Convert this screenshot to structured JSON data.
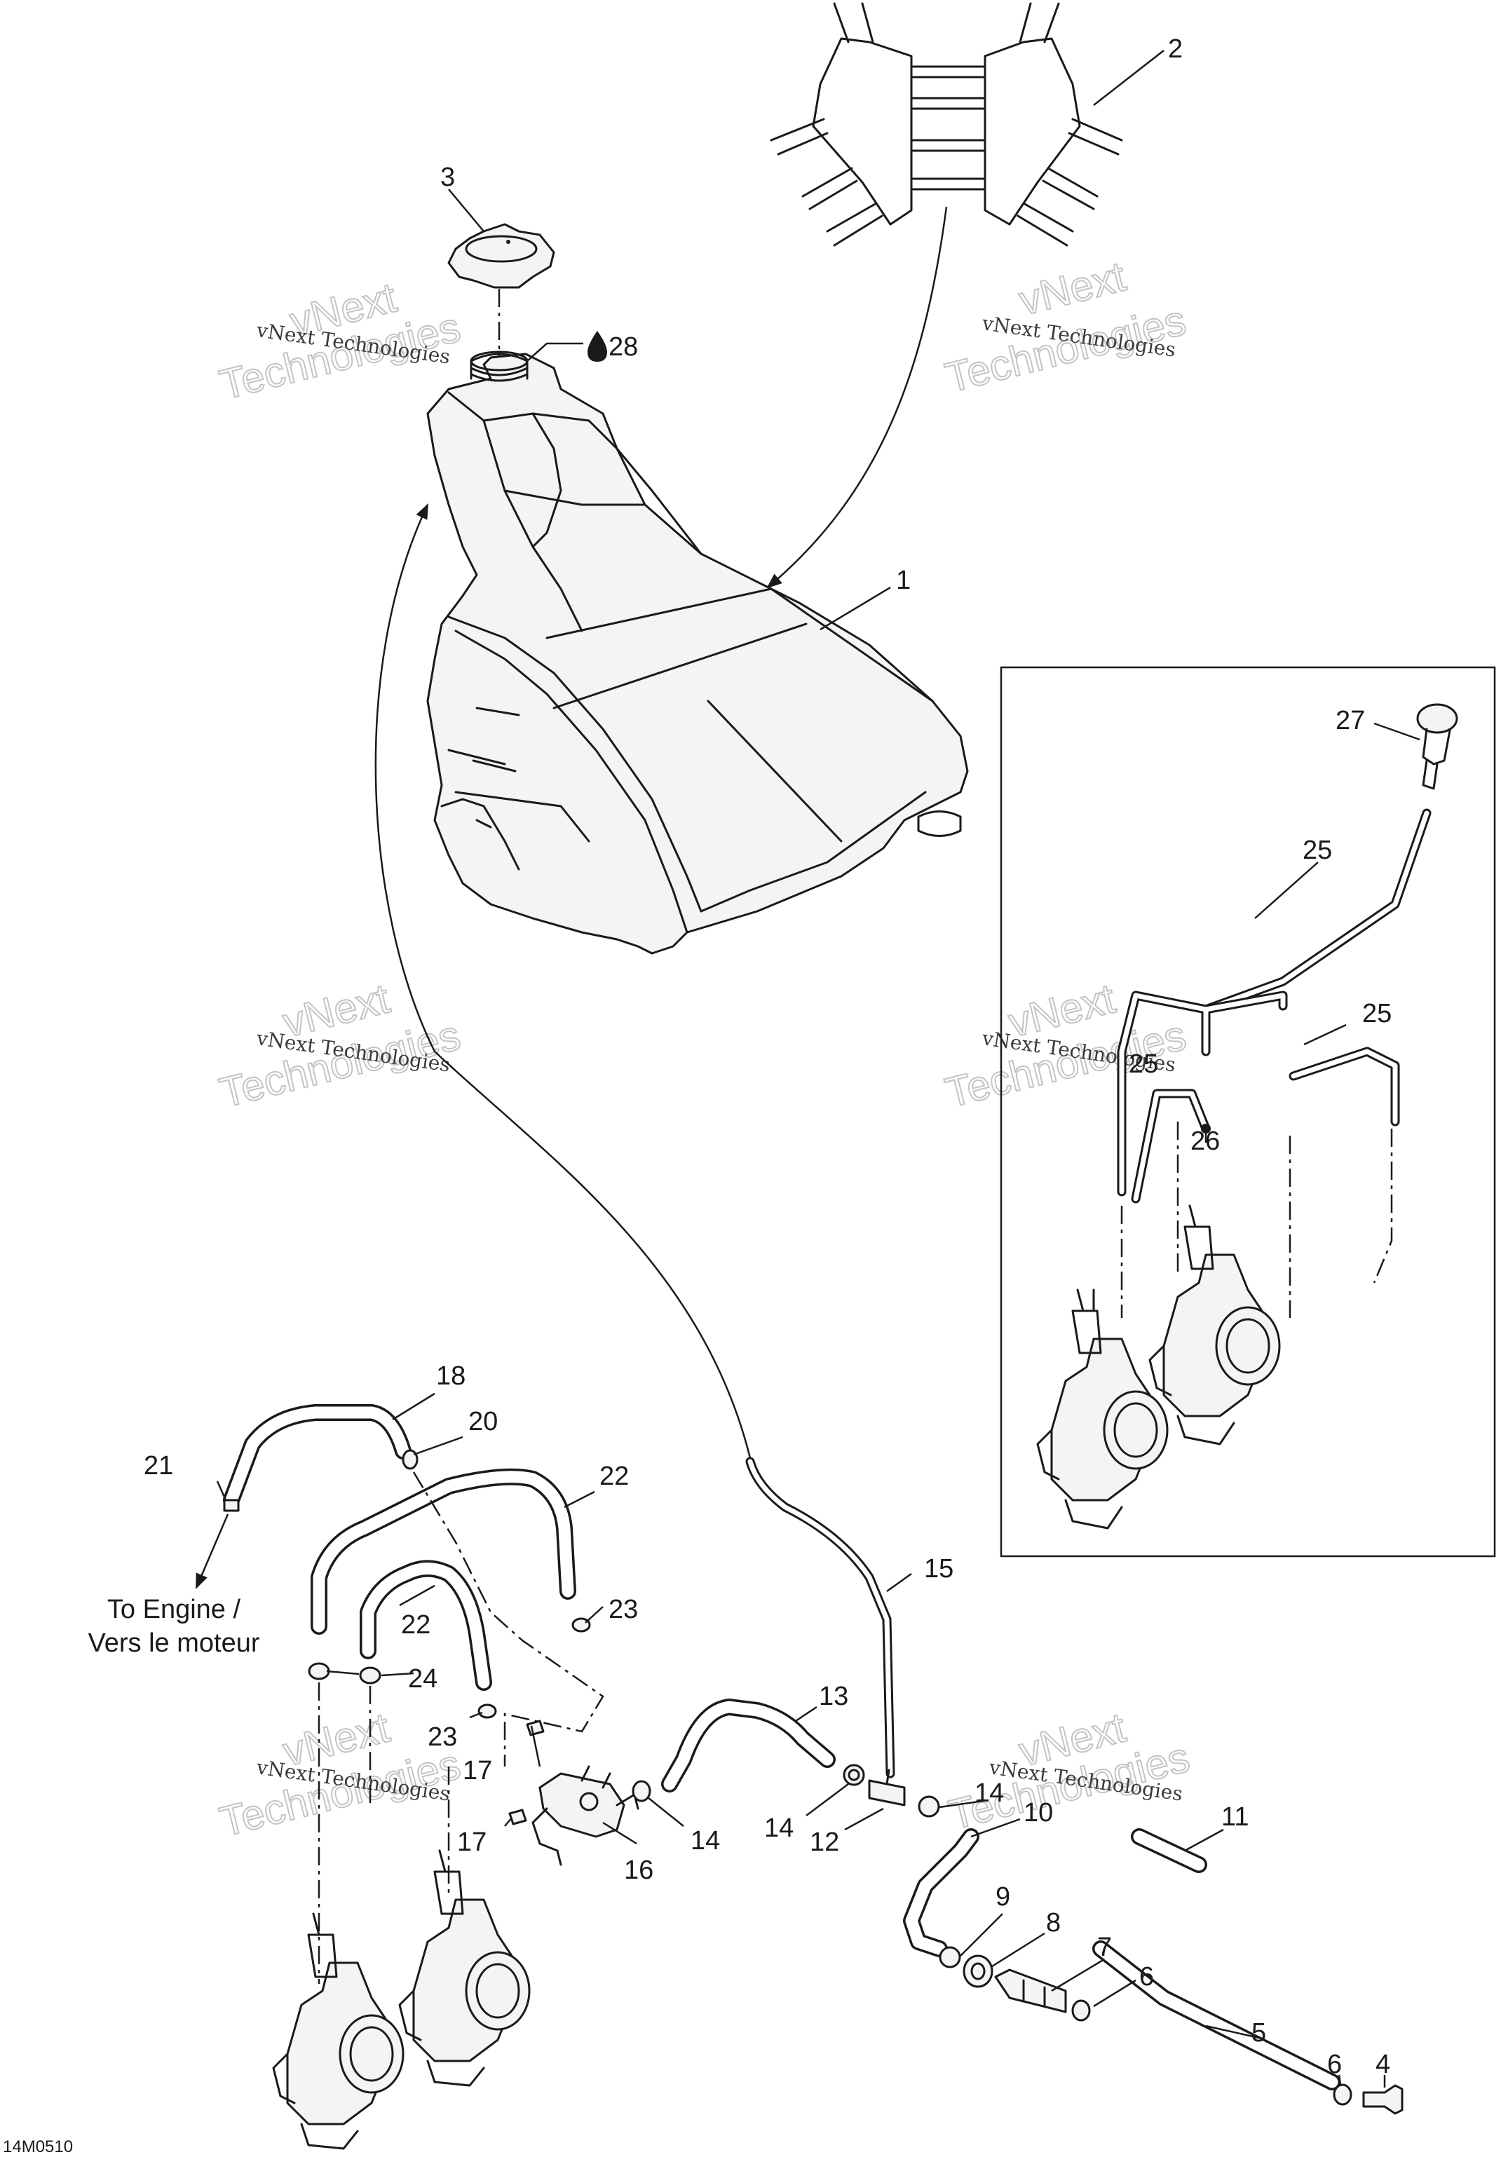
{
  "figure_id": "14M0510",
  "watermark": {
    "line1": "vNext Technologies",
    "line2a": "vNext",
    "line2b": "Technologies"
  },
  "callouts": {
    "c1": "1",
    "c2": "2",
    "c3": "3",
    "c4": "4",
    "c5": "5",
    "c6a": "6",
    "c6b": "6",
    "c7": "7",
    "c8": "8",
    "c9": "9",
    "c10": "10",
    "c11": "11",
    "c12": "12",
    "c13": "13",
    "c14a": "14",
    "c14b": "14",
    "c14c": "14",
    "c15": "15",
    "c16": "16",
    "c17a": "17",
    "c17b": "17",
    "c18": "18",
    "c20": "20",
    "c21": "21",
    "c22a": "22",
    "c22b": "22",
    "c23a": "23",
    "c23b": "23",
    "c24": "24",
    "c25a": "25",
    "c25b": "25",
    "c25c": "25",
    "c26": "26",
    "c27": "27",
    "c28": "28"
  },
  "engine_note": {
    "line1": "To Engine /",
    "line2": "Vers le moteur"
  }
}
